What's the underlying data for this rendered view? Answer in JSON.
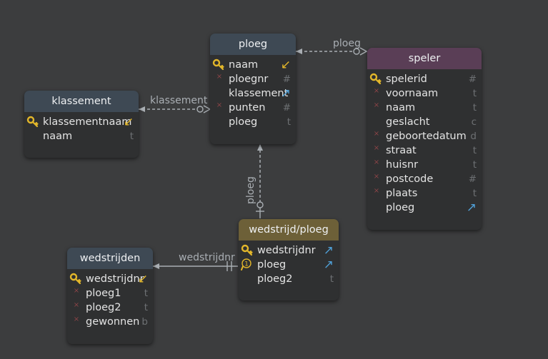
{
  "colors": {
    "background": "#3c3d3e",
    "entity_body": "#2f3031",
    "header_default": "#3e4954",
    "header_speler": "#5a3e56",
    "header_link": "#6d6038",
    "edge": "#a9aeb3",
    "fk_arrow": "#4f9fd6",
    "pk_arrow": "#e3b72a"
  },
  "entities": {
    "ploeg": {
      "title": "ploeg",
      "columns": [
        {
          "name": "naam",
          "marker": "key-icon",
          "type": "↙",
          "type_kind": "pk"
        },
        {
          "name": "ploegnr",
          "marker": "not-null-icon",
          "type": "#"
        },
        {
          "name": "klassement",
          "marker": "",
          "type": "↗",
          "type_kind": "fk"
        },
        {
          "name": "punten",
          "marker": "not-null-icon",
          "type": "#"
        },
        {
          "name": "ploeg",
          "marker": "",
          "type": "t"
        }
      ]
    },
    "klassement": {
      "title": "klassement",
      "columns": [
        {
          "name": "klassementnaam",
          "marker": "key-icon",
          "type": "↙",
          "type_kind": "pk"
        },
        {
          "name": "naam",
          "marker": "",
          "type": "t"
        }
      ]
    },
    "speler": {
      "title": "speler",
      "columns": [
        {
          "name": "spelerid",
          "marker": "key-icon",
          "type": "#"
        },
        {
          "name": "voornaam",
          "marker": "not-null-icon",
          "type": "t"
        },
        {
          "name": "naam",
          "marker": "not-null-icon",
          "type": "t"
        },
        {
          "name": "geslacht",
          "marker": "",
          "type": "c"
        },
        {
          "name": "geboortedatum",
          "marker": "not-null-icon",
          "type": "d"
        },
        {
          "name": "straat",
          "marker": "not-null-icon",
          "type": "t"
        },
        {
          "name": "huisnr",
          "marker": "not-null-icon",
          "type": "t"
        },
        {
          "name": "postcode",
          "marker": "not-null-icon",
          "type": "#"
        },
        {
          "name": "plaats",
          "marker": "not-null-icon",
          "type": "t"
        },
        {
          "name": "ploeg",
          "marker": "",
          "type": "↗",
          "type_kind": "fk"
        }
      ]
    },
    "wedstrijd_ploeg": {
      "title": "wedstrijd/ploeg",
      "columns": [
        {
          "name": "wedstrijdnr",
          "marker": "key-icon",
          "type": "↗",
          "type_kind": "fk"
        },
        {
          "name": "ploeg",
          "marker": "key-unique-icon",
          "type": "↗",
          "type_kind": "fk"
        },
        {
          "name": "ploeg2",
          "marker": "",
          "type": "t"
        }
      ]
    },
    "wedstrijden": {
      "title": "wedstrijden",
      "columns": [
        {
          "name": "wedstrijdnr",
          "marker": "key-icon",
          "type": "↙",
          "type_kind": "pk"
        },
        {
          "name": "ploeg1",
          "marker": "not-null-icon",
          "type": "t"
        },
        {
          "name": "ploeg2",
          "marker": "not-null-icon",
          "type": "t"
        },
        {
          "name": "gewonnen",
          "marker": "not-null-icon",
          "type": "b"
        }
      ]
    }
  },
  "relations": [
    {
      "label": "ploeg",
      "from": "speler",
      "to": "ploeg",
      "style": "dashed"
    },
    {
      "label": "klassement",
      "from": "ploeg",
      "to": "klassement",
      "style": "dashed"
    },
    {
      "label": "ploeg",
      "from": "wedstrijd_ploeg",
      "to": "ploeg",
      "style": "dashed"
    },
    {
      "label": "wedstrijdnr",
      "from": "wedstrijd_ploeg",
      "to": "wedstrijden",
      "style": "solid"
    }
  ]
}
